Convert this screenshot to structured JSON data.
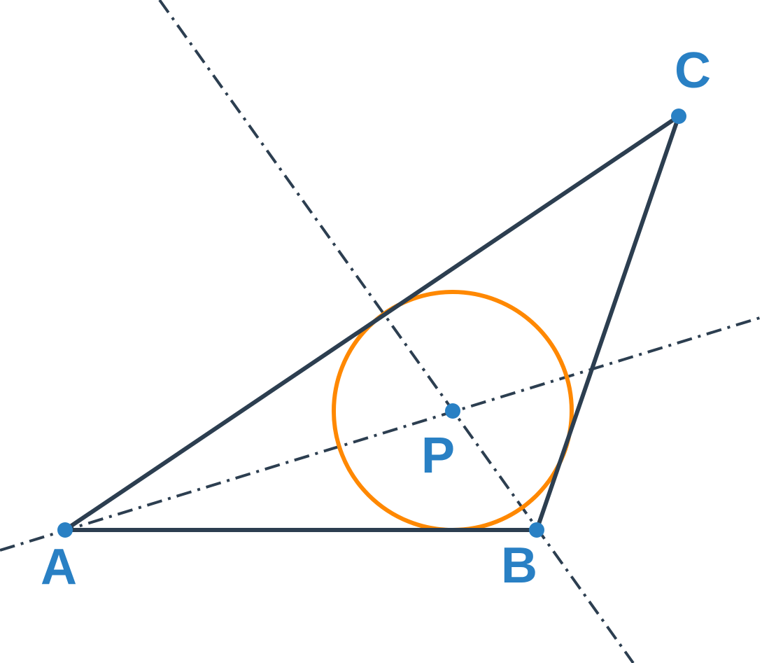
{
  "colors": {
    "triangle": "#2c3e50",
    "bisector": "#2c3e50",
    "incircle": "#ff8800",
    "points": "#2980c4",
    "labels": "#2980c4"
  },
  "points": [
    {
      "id": "A",
      "label": "A"
    },
    {
      "id": "B",
      "label": "B"
    },
    {
      "id": "C",
      "label": "C"
    },
    {
      "id": "P",
      "label": "P"
    }
  ]
}
